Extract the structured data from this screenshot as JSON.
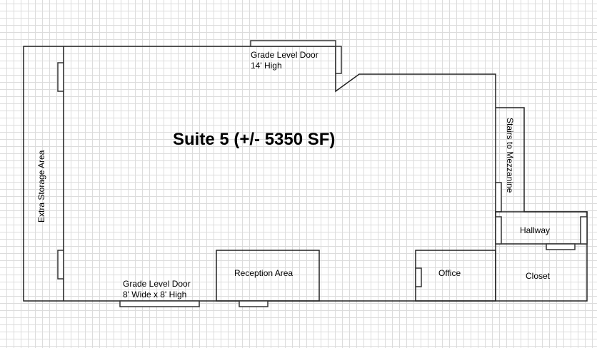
{
  "title": "Suite 5 (+/- 5350 SF)",
  "labels": {
    "top_door_line1": "Grade Level Door",
    "top_door_line2": "14' High",
    "bottom_door_line1": "Grade Level Door",
    "bottom_door_line2": "8' Wide x 8' High",
    "reception": "Reception Area",
    "office": "Office",
    "closet": "Closet",
    "hallway": "Hallway",
    "stairs": "Stairs to Mezzanine",
    "storage": "Extra Storage Area"
  }
}
